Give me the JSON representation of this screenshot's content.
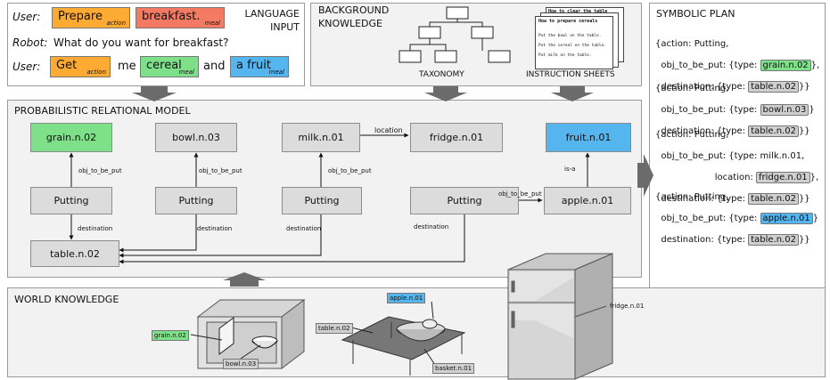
{
  "colors": {
    "green": "#7fe08a",
    "orange": "#ffaa33",
    "red": "#f47a63",
    "blue": "#55b5ee",
    "gray_hl": "#cfcfcf",
    "panel": "#f2f2f2",
    "node": "#dcdcdc",
    "arrow": "#6b6b6b"
  },
  "language": {
    "title": "LANGUAGE\nINPUT",
    "user1": "User:",
    "prepare": {
      "word": "Prepare",
      "sub": "action"
    },
    "breakfast": {
      "word": "breakfast.",
      "sub": "meal"
    },
    "robot": "Robot:",
    "robot_text": "What do you want for breakfast?",
    "user2": "User:",
    "get": {
      "word": "Get",
      "sub": "action"
    },
    "me": "me",
    "cereal": {
      "word": "cereal",
      "sub": "meal"
    },
    "and": "and",
    "fruit": {
      "word": "a fruit",
      "sub": "meal"
    }
  },
  "background": {
    "title": "BACKGROUND\nKNOWLEDGE",
    "taxonomy": "TAXONOMY",
    "sheets": "INSTRUCTION SHEETS",
    "sheet_back": "How to clear the table",
    "sheet_front_title": "How to prepare cereals",
    "sheet_lines": [
      "Put the bowl on the table.",
      "Put the cereal on the table.",
      "Put milk on the table."
    ]
  },
  "prm": {
    "title": "PROBABILISTIC RELATIONAL MODEL",
    "nodes": {
      "grain": "grain.n.02",
      "bowl": "bowl.n.03",
      "milk": "milk.n.01",
      "fridge": "fridge.n.01",
      "fruit": "fruit.n.01",
      "put1": "Putting",
      "put2": "Putting",
      "put3": "Putting",
      "put4": "Putting",
      "apple": "apple.n.01",
      "table": "table.n.02"
    },
    "edges": {
      "obj1": "obj_to_be_put",
      "obj2": "obj_to_be_put",
      "obj3": "obj_to_be_put",
      "obj4": "obj_to_be_put",
      "location": "location",
      "isa": "is-a",
      "dest1": "destination",
      "dest2": "destination",
      "dest3": "destination",
      "dest4": "destination"
    }
  },
  "plan": {
    "title": "SYMBOLIC PLAN",
    "b1": {
      "l1": "{action: Putting,",
      "l2a": "  obj_to_be_put: {type: ",
      "l2h": "grain.n.02",
      "l2b": "},",
      "l3a": "  destination: {type: ",
      "l3h": "table.n.02",
      "l3b": "}}"
    },
    "b2": {
      "l1": "{action: Putting,",
      "l2a": "  obj_to_be_put: {type: ",
      "l2h": "bowl.n.03",
      "l2b": "}",
      "l3a": "  destination: {type: ",
      "l3h": "table.n.02",
      "l3b": "}}"
    },
    "b3": {
      "l1": "{action: Putting,",
      "l2": "  obj_to_be_put: {type: milk.n.01,",
      "l3a": "                     location: ",
      "l3h": "fridge.n.01",
      "l3b": "},",
      "l4a": "  destination: {type: ",
      "l4h": "table.n.02",
      "l4b": "}}"
    },
    "b4": {
      "l1": "{action: Putting,",
      "l2a": "  obj_to_be_put: {type: ",
      "l2h": "apple.n.01",
      "l2b": "}",
      "l3a": "  destination: {type: ",
      "l3h": "table.n.02",
      "l3b": "}}"
    }
  },
  "world": {
    "title": "WORLD KNOWLEDGE",
    "grain": "grain.n.02",
    "bowl": "bowl.n.03",
    "apple": "apple.n.01",
    "table": "table.n.02",
    "basket": "basket.n.01",
    "fridge": "fridge.n.01"
  }
}
